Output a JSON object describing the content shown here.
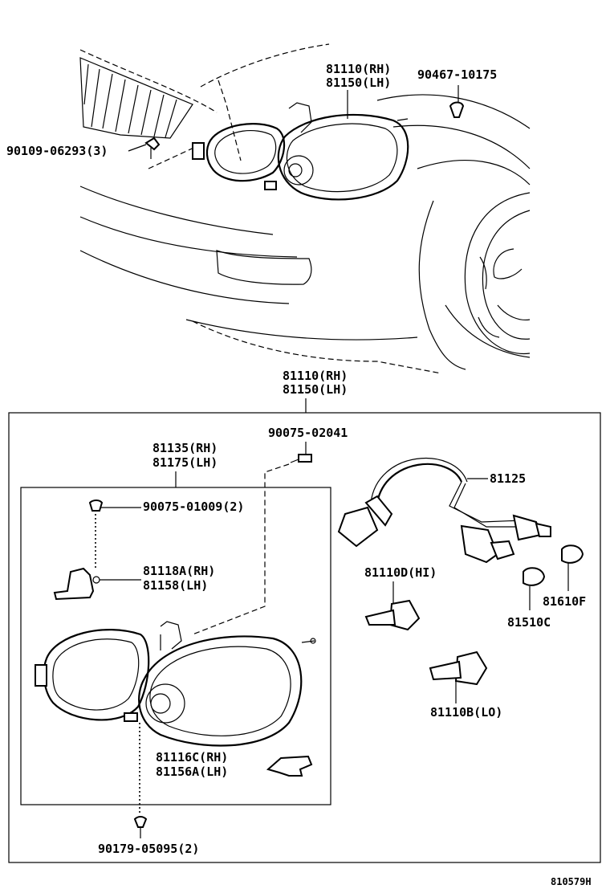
{
  "callouts": {
    "top_headlamp_rh": "81110(RH)",
    "top_headlamp_lh": "81150(LH)",
    "top_clip": "90467-10175",
    "top_bolt": "90109-06293(3)",
    "assy_rh": "81110(RH)",
    "assy_lh": "81150(LH)",
    "screw_top": "90075-02041",
    "housing_rh": "81135(RH)",
    "housing_lh": "81175(LH)",
    "screw_small": "90075-01009(2)",
    "bracket_upper_rh": "81118A(RH)",
    "bracket_upper_lh": "81158(LH)",
    "bracket_lower_rh": "81116C(RH)",
    "bracket_lower_lh": "81156A(LH)",
    "screw_bottom": "90179-05095(2)",
    "socket_wire": "81125",
    "bulb_hi": "81110D(HI)",
    "bulb_lo": "81110B(LO)",
    "bulb_f": "81610F",
    "bulb_c": "81510C"
  },
  "figure_ref": "810579H"
}
